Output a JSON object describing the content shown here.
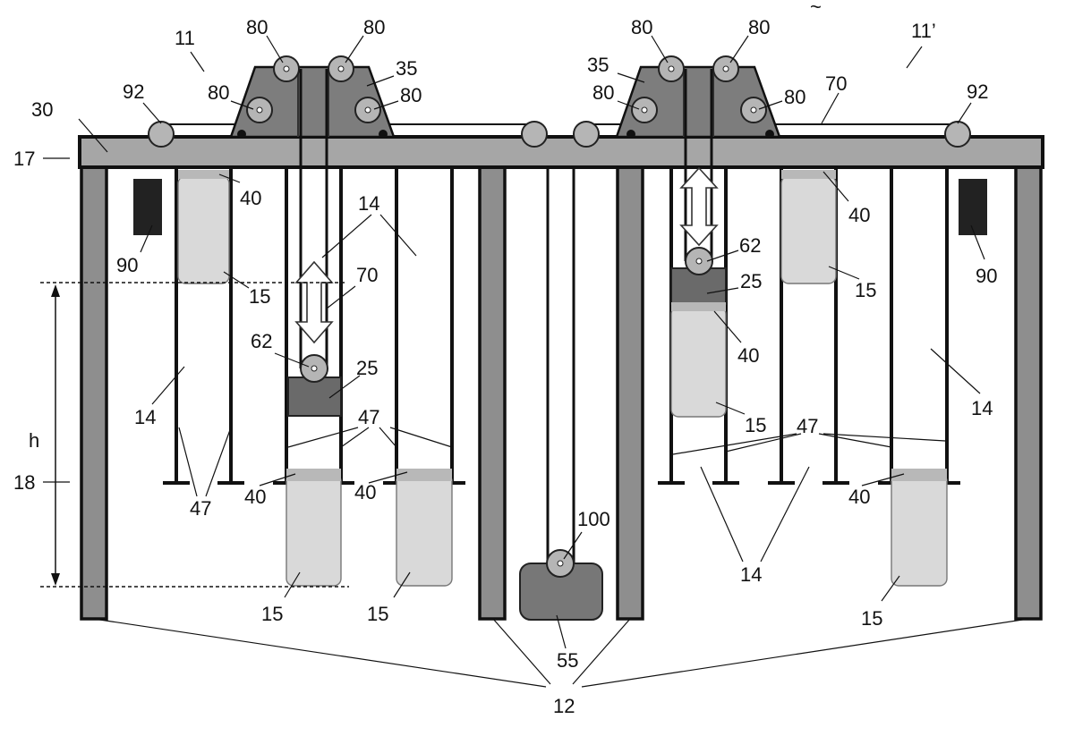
{
  "labels": {
    "n11": "11",
    "n11p": "11’",
    "tilde": "~",
    "n12": "12",
    "n14": "14",
    "n15": "15",
    "n17": "17",
    "n18": "18",
    "n25": "25",
    "n30": "30",
    "n35": "35",
    "n40": "40",
    "n47": "47",
    "n55": "55",
    "n62": "62",
    "n70": "70",
    "n80": "80",
    "n90": "90",
    "n92": "92",
    "n100": "100",
    "h": "h"
  },
  "colors": {
    "column": "#8e8e8e",
    "beam": "#a6a6a6",
    "housing": "#7d7d7d",
    "container": "#d9d9d9",
    "gripper": "#6a6a6a"
  }
}
